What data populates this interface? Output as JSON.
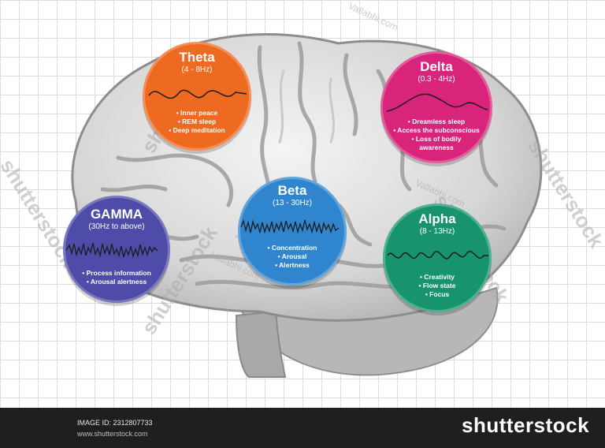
{
  "circles": {
    "theta": {
      "title": "Theta",
      "range": "(4 - 8Hz)",
      "bullets": [
        "• Inner peace",
        "• REM sleep",
        "• Deep meditation"
      ],
      "color": "#ef6a21"
    },
    "delta": {
      "title": "Delta",
      "range": "(0.3 - 4Hz)",
      "bullets": [
        "• Dreamless sleep",
        "• Access the subconscious",
        "• Loss of bodily",
        "awareness"
      ],
      "color": "#d8247a"
    },
    "gamma": {
      "title": "GAMMA",
      "range": "(30Hz to above)",
      "bullets": [
        "• Process information",
        "• Arousal alertness"
      ],
      "color": "#4f4ba8"
    },
    "beta": {
      "title": "Beta",
      "range": "(13 - 30Hz)",
      "bullets": [
        "• Concentration",
        "• Arousal",
        "• Alertness"
      ],
      "color": "#2f86cf"
    },
    "alpha": {
      "title": "Alpha",
      "range": "(8 - 13Hz)",
      "bullets": [
        "• Creativity",
        "• Flow state",
        "• Focus"
      ],
      "color": "#17946e"
    }
  },
  "watermark": {
    "text": "shutterstock",
    "small": "Vallabhi.com"
  },
  "footer": {
    "logo": "shutterstock",
    "image_id": "IMAGE ID: 2312807733",
    "site": "www.shutterstock.com"
  }
}
